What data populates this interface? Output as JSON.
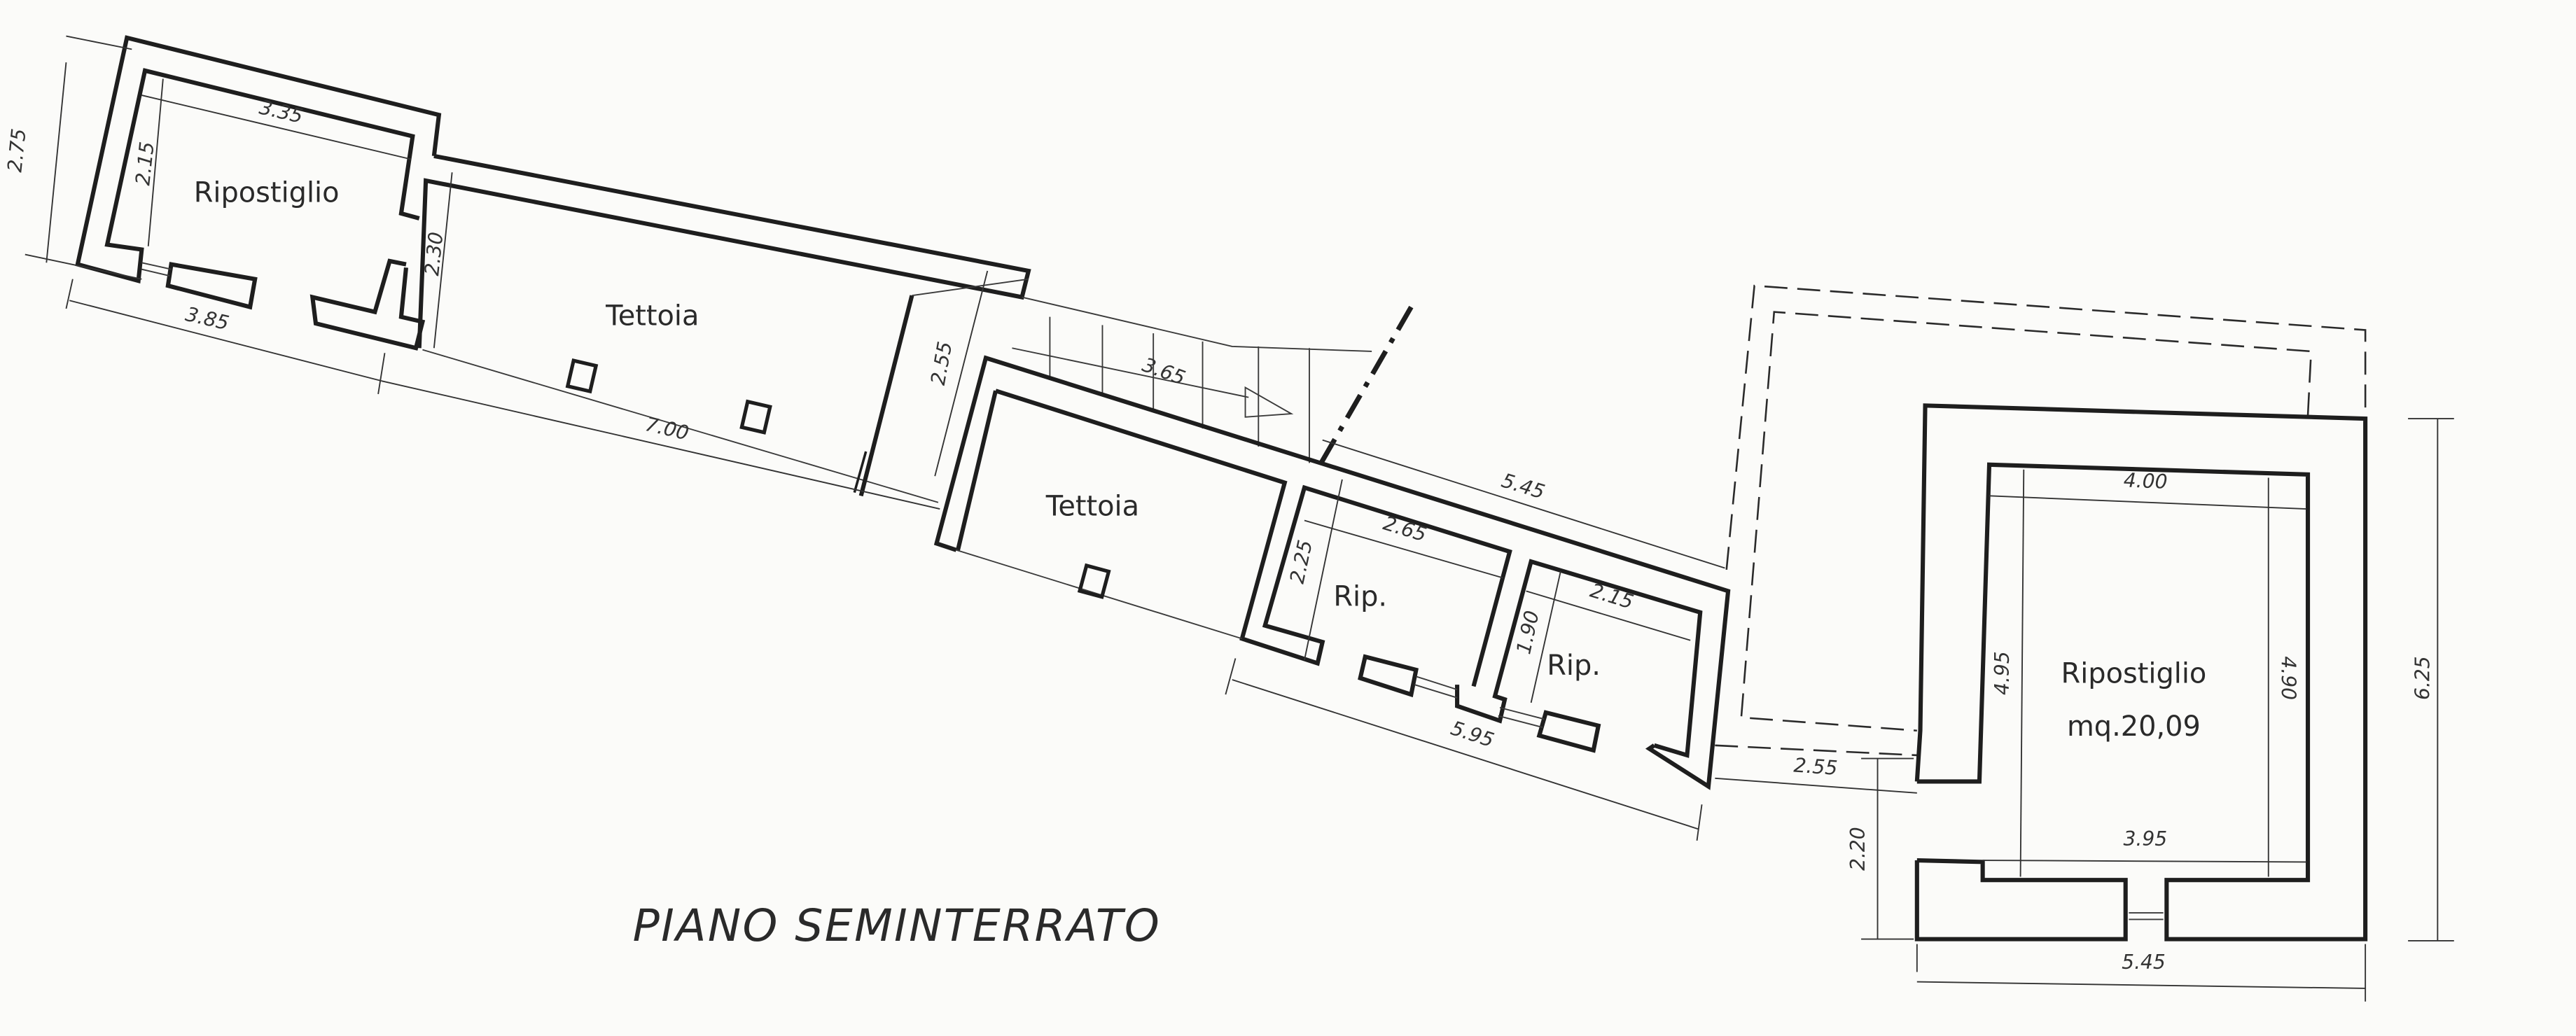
{
  "title": "PIANO SEMINTERRATO",
  "rooms": {
    "ripostiglio_left": "Ripostiglio",
    "tettoia_left": "Tettoia",
    "tettoia_middle": "Tettoia",
    "rip_1": "Rip.",
    "rip_2": "Rip.",
    "ripostiglio_right": "Ripostiglio",
    "ripostiglio_right_area": "mq.20,09"
  },
  "dimensions": {
    "d275": "2.75",
    "d215a": "2.15",
    "d335": "3.35",
    "d385": "3.85",
    "d230": "2.30",
    "d700": "7.00",
    "d255a": "2.55",
    "d365": "3.65",
    "d545a": "5.45",
    "d265": "2.65",
    "d225": "2.25",
    "d215b": "2.15",
    "d190": "1.90",
    "d595": "5.95",
    "d255b": "2.55",
    "d220": "2.20",
    "d400": "4.00",
    "d395": "3.95",
    "d495": "4.95",
    "d490": "4.90",
    "d625": "6.25",
    "d545b": "5.45"
  },
  "colors": {
    "ink": "#1e1e1e",
    "paper": "#fbfbf9"
  }
}
